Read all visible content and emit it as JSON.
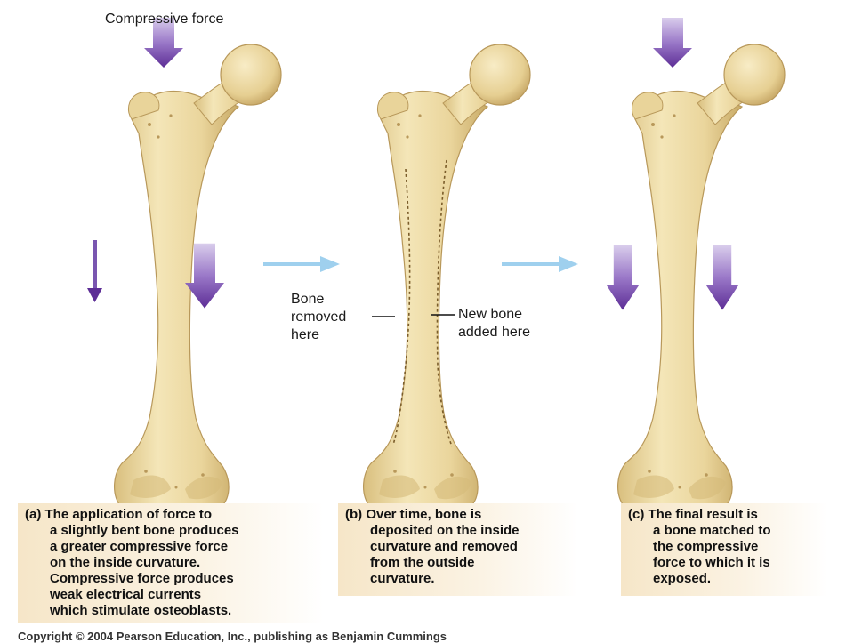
{
  "labels": {
    "compressive_force": "Compressive force",
    "bone_removed": [
      "Bone",
      "removed",
      "here"
    ],
    "new_bone": [
      "New bone",
      "added here"
    ]
  },
  "captions": {
    "a": [
      "(a) The application of force to",
      "a slightly bent bone produces",
      "a greater compressive force",
      "on the inside curvature.",
      "Compressive force produces",
      "weak electrical currents",
      "which stimulate osteoblasts."
    ],
    "b": [
      "(b) Over time, bone is",
      "deposited on the inside",
      "curvature and removed",
      "from the outside",
      "curvature."
    ],
    "c": [
      "(c) The final result is",
      "a bone matched to",
      "the compressive",
      "force to which it is",
      "exposed."
    ]
  },
  "copyright": "Copyright © 2004 Pearson Education, Inc., publishing as Benjamin Cummings",
  "colors": {
    "bone": "#ecd9a0",
    "bone_shade": "#c9ad6a",
    "force_arrow": "#6a3fa0",
    "step_arrow": "#9fd0ee",
    "caption_bg": "#f6e6c8"
  }
}
